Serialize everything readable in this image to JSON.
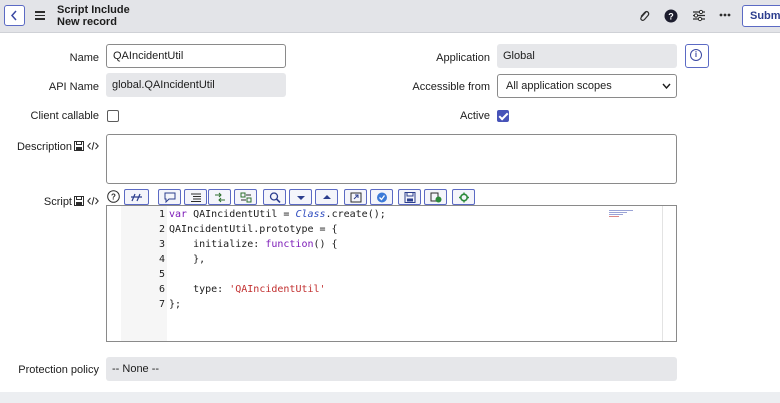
{
  "header": {
    "title": "Script Include",
    "subtitle": "New record",
    "submit_label": "Submi"
  },
  "form": {
    "name_label": "Name",
    "name_value": "QAIncidentUtil",
    "api_name_label": "API Name",
    "api_name_value": "global.QAIncidentUtil",
    "client_callable_label": "Client callable",
    "client_callable_checked": false,
    "application_label": "Application",
    "application_value": "Global",
    "accessible_from_label": "Accessible from",
    "accessible_from_value": "All application scopes",
    "active_label": "Active",
    "active_checked": true,
    "description_label": "Description",
    "description_value": "",
    "script_label": "Script",
    "protection_policy_label": "Protection policy",
    "protection_policy_value": "-- None --"
  },
  "editor": {
    "line_numbers": [
      "1",
      "2",
      "3",
      "4",
      "5",
      "6",
      "7"
    ],
    "lines": [
      "var QAIncidentUtil = Class.create();",
      "QAIncidentUtil.prototype = {",
      "    initialize: function() {",
      "    },",
      "",
      "    type: 'QAIncidentUtil'",
      "};"
    ]
  },
  "toolbar_icons": [
    "help-icon",
    "toggle-syntax-icon",
    "comment-icon",
    "format-code-icon",
    "replace-icon",
    "replace-all-icon",
    "search-icon",
    "collapse-icon",
    "expand-icon",
    "fullscreen-icon",
    "syntax-check-icon",
    "save-icon",
    "script-debugger-icon",
    "test-script-icon"
  ],
  "colors": {
    "accent": "#4753b8",
    "header_bg": "#e3e4e8",
    "readonly_bg": "#e6e7ea"
  }
}
